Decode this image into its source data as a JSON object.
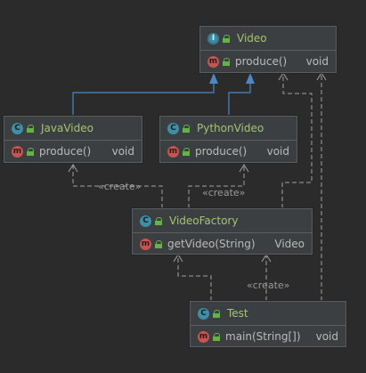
{
  "classes": {
    "video": {
      "name": "Video",
      "kind": "interface",
      "method": "produce()",
      "return": "void"
    },
    "javavideo": {
      "name": "JavaVideo",
      "kind": "class",
      "method": "produce()",
      "return": "void"
    },
    "pythonvideo": {
      "name": "PythonVideo",
      "kind": "class",
      "method": "produce()",
      "return": "void"
    },
    "videofactory": {
      "name": "VideoFactory",
      "kind": "class",
      "method": "getVideo(String)",
      "return": "Video"
    },
    "test": {
      "name": "Test",
      "kind": "class",
      "method": "main(String[])",
      "return": "void"
    }
  },
  "badges": {
    "class": "C",
    "interface": "I",
    "method": "m"
  },
  "labels": {
    "create": "«create»"
  },
  "colors": {
    "background": "#2b2b2b",
    "box": "#3c3f41",
    "class_name": "#a6c46f",
    "realization": "#4a88c7",
    "dependency": "#a0a0a0"
  }
}
